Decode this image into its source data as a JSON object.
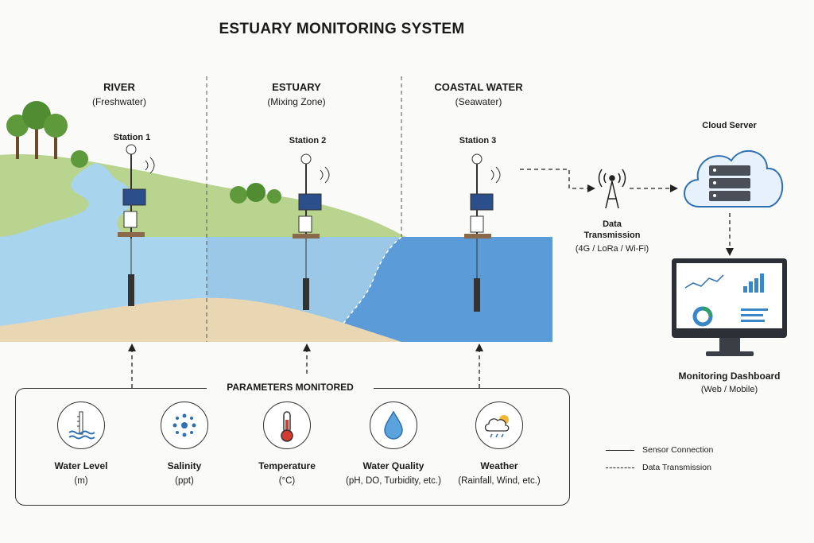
{
  "title": "ESTUARY MONITORING SYSTEM",
  "zones": [
    {
      "name": "RIVER",
      "sub": "(Freshwater)"
    },
    {
      "name": "ESTUARY",
      "sub": "(Mixing Zone)"
    },
    {
      "name": "COASTAL WATER",
      "sub": "(Seawater)"
    }
  ],
  "stations": [
    "Station 1",
    "Station 2",
    "Station 3"
  ],
  "transmission": {
    "title": "Data",
    "title2": "Transmission",
    "sub": "(4G / LoRa / Wi-Fi)"
  },
  "cloud": {
    "label": "Cloud Server"
  },
  "dashboard": {
    "label": "Monitoring Dashboard",
    "sub": "(Web / Mobile)"
  },
  "parameters": {
    "title": "PARAMETERS MONITORED",
    "items": [
      {
        "label": "Water Level",
        "sub": "(m)",
        "icon": "water-level-icon"
      },
      {
        "label": "Salinity",
        "sub": "(ppt)",
        "icon": "salinity-icon"
      },
      {
        "label": "Temperature",
        "sub": "(°C)",
        "icon": "thermometer-icon"
      },
      {
        "label": "Water Quality",
        "sub": "(pH, DO, Turbidity, etc.)",
        "icon": "water-drop-icon"
      },
      {
        "label": "Weather",
        "sub": "(Rainfall, Wind, etc.)",
        "icon": "weather-icon"
      }
    ]
  },
  "legend": {
    "sensor": "Sensor Connection",
    "transmission": "Data Transmission"
  },
  "colors": {
    "river": "#a9d4ee",
    "sea": "#5b9bd8",
    "grass": "#b7d48e",
    "sand": "#e9d6b3"
  }
}
